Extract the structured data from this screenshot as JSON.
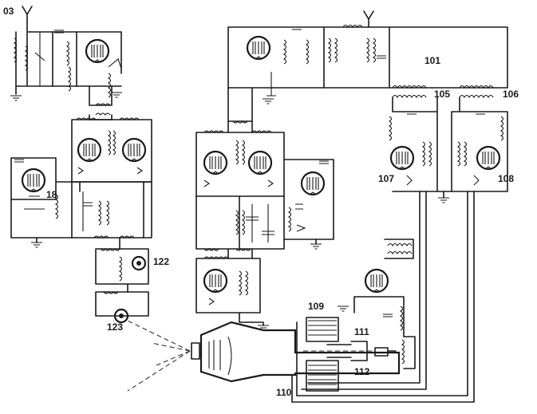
{
  "labels": {
    "l103": "03",
    "l101": "101",
    "l105": "105",
    "l106": "106",
    "l107": "107",
    "l108": "108",
    "l118": "18",
    "l122": "122",
    "l123": "123",
    "l109": "109",
    "l111": "111",
    "l112": "112",
    "l110": "110"
  }
}
